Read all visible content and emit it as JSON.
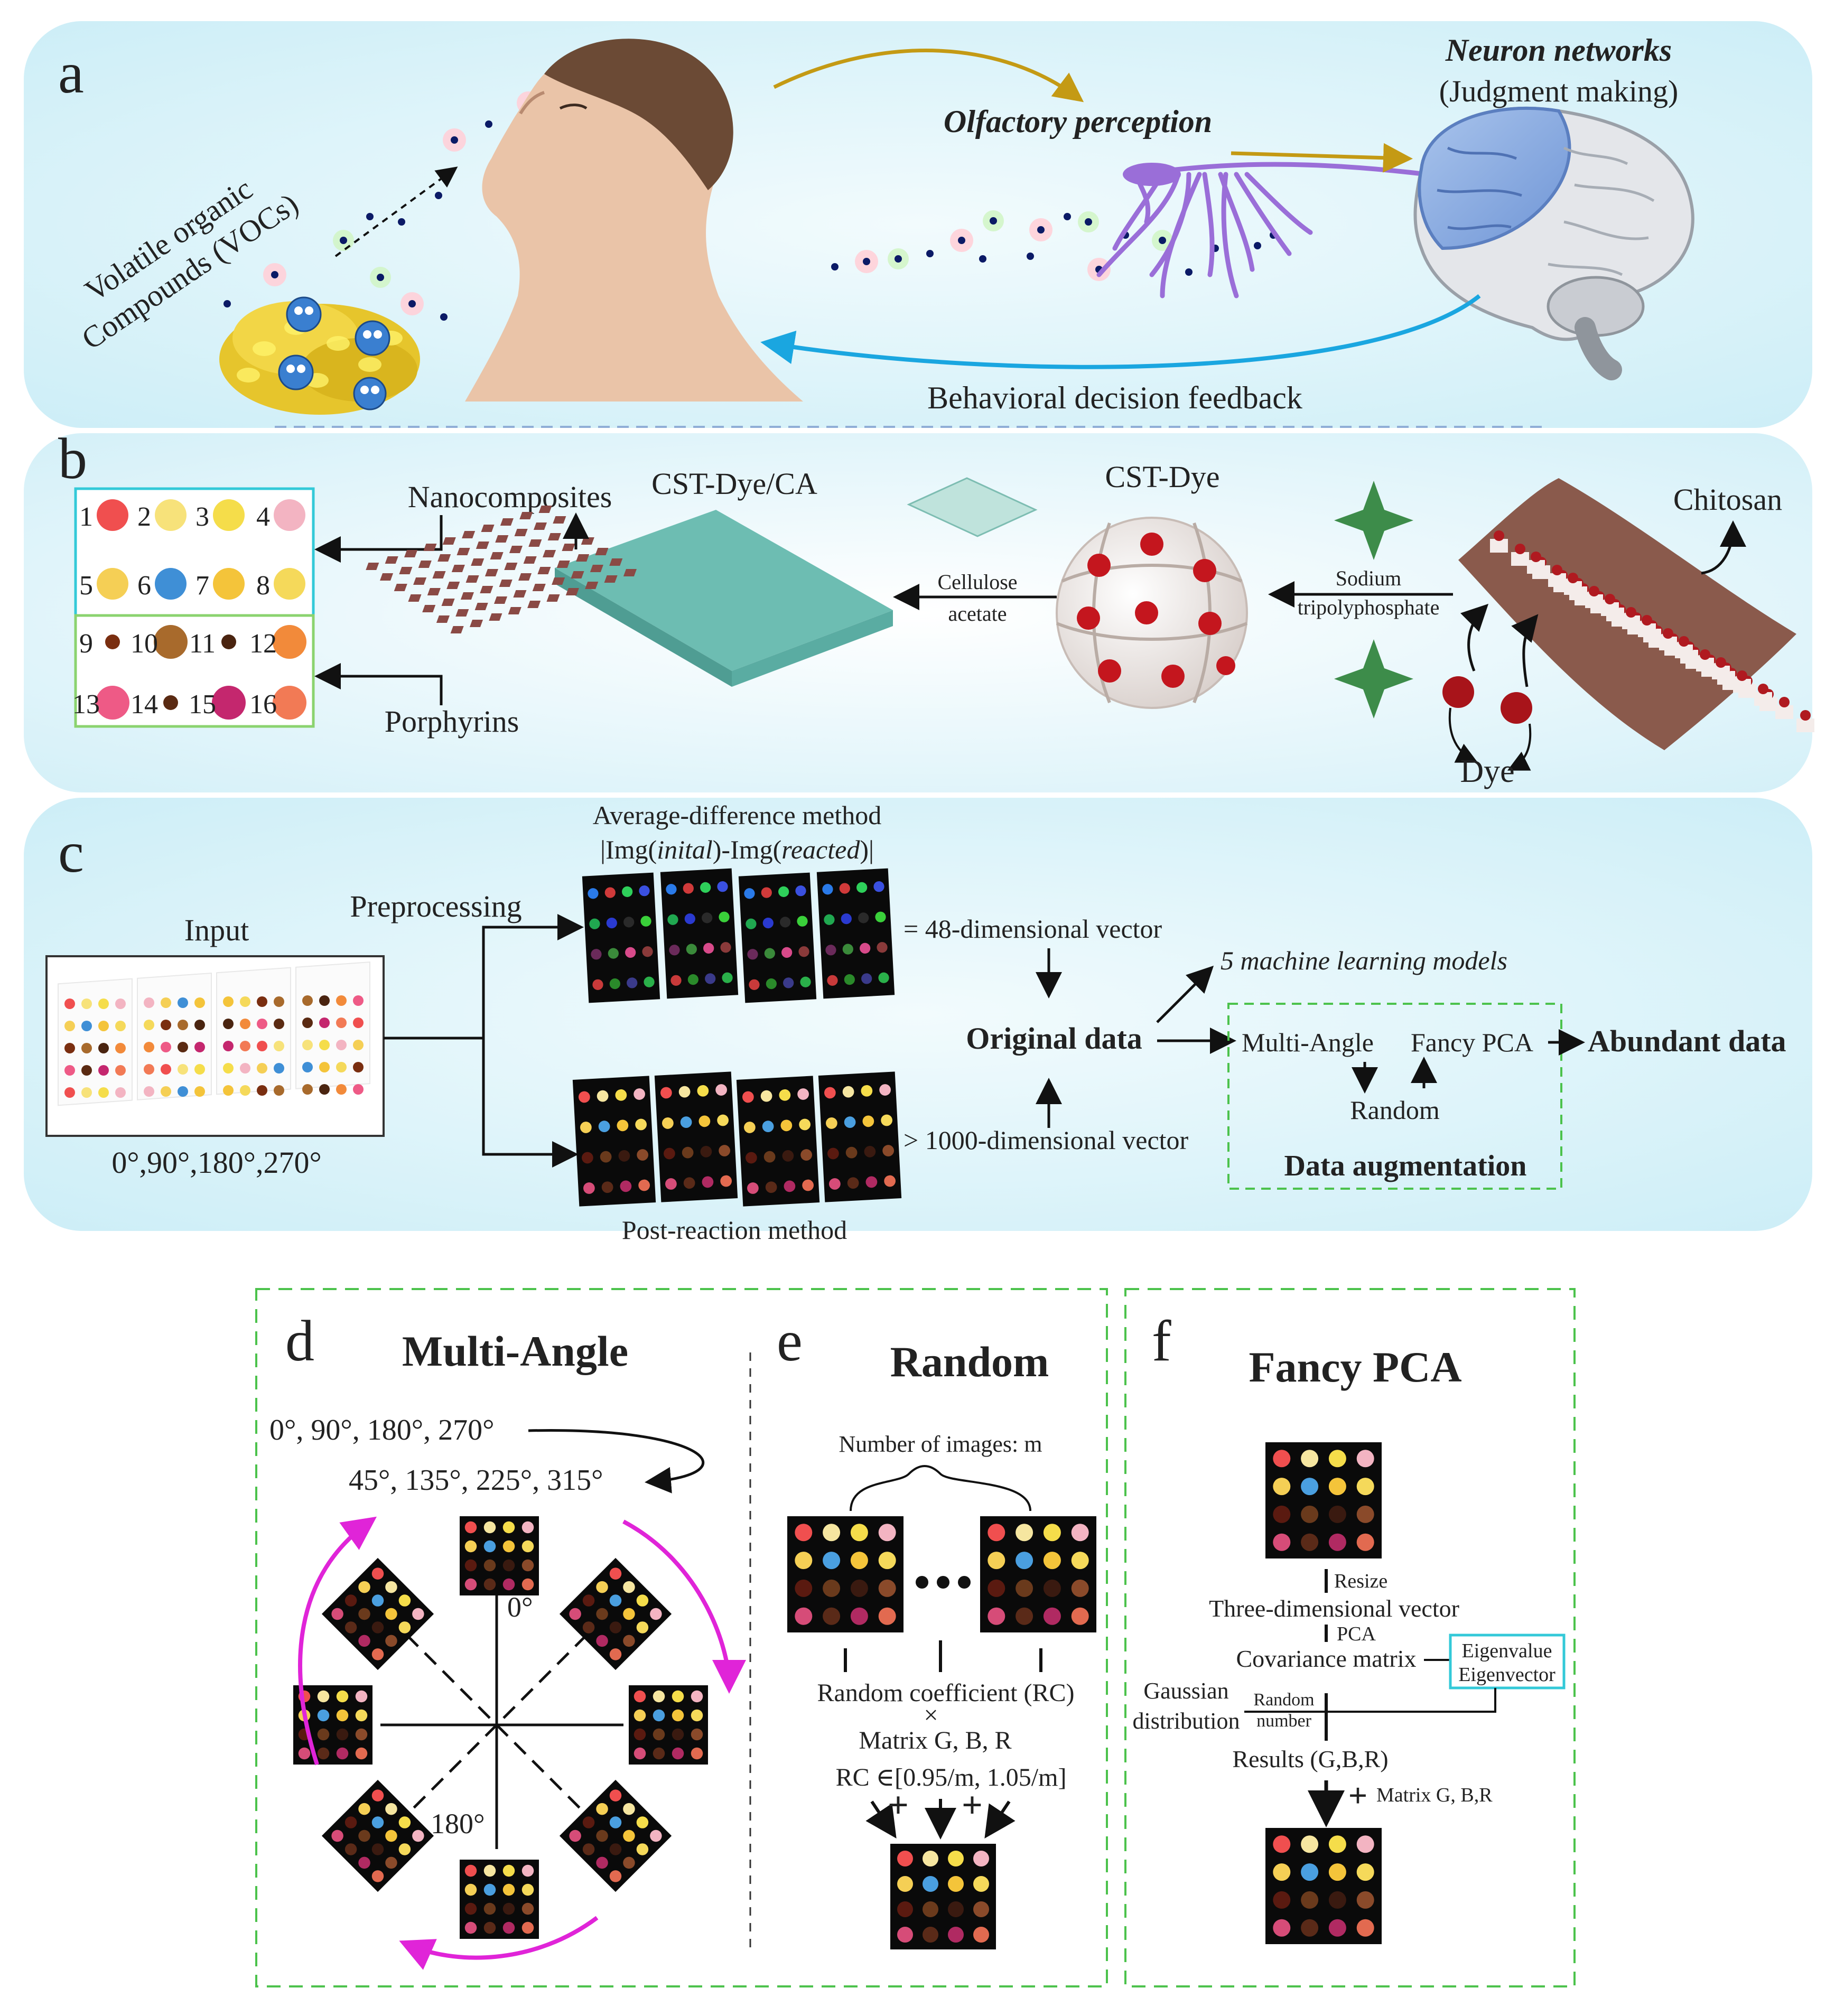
{
  "panel_a": {
    "letter": "a",
    "vocs_line1": "Volatile organic",
    "vocs_line2": "Compounds (VOCs)",
    "olfactory": "Olfactory perception",
    "neuron_title": "Neuron networks",
    "neuron_sub": "(Judgment making)",
    "feedback": "Behavioral decision feedback"
  },
  "panel_b": {
    "letter": "b",
    "nano": "Nanocomposites",
    "porph": "Porphyrins",
    "cst_dye_ca": "CST-Dye/CA",
    "cst_dye": "CST-Dye",
    "chitosan": "Chitosan",
    "dye": "Dye",
    "cellulose_1": "Cellulose",
    "cellulose_2": "acetate",
    "sodium_1": "Sodium",
    "sodium_2": "tripolyphosphate",
    "spots": [
      "1",
      "2",
      "3",
      "4",
      "5",
      "6",
      "7",
      "8",
      "9",
      "10",
      "11",
      "12",
      "13",
      "14",
      "15",
      "16"
    ]
  },
  "panel_c": {
    "letter": "c",
    "input": "Input",
    "angles": "0°,90°,180°,270°",
    "preprocessing": "Preprocessing",
    "avg_title": "Average-difference method",
    "avg_formula_1": "|Img(",
    "avg_formula_2": "inital",
    "avg_formula_3": ")-Img(",
    "avg_formula_4": "reacted",
    "avg_formula_5": ")|",
    "vec48": "= 48-dimensional vector",
    "vec1000": "> 1000-dimensional vector",
    "post": "Post-reaction method",
    "original": "Original data",
    "ml": "5 machine learning models",
    "multi": "Multi-Angle",
    "fancy": "Fancy PCA",
    "random": "Random",
    "abundant": "Abundant data",
    "augment": "Data augmentation"
  },
  "panel_d": {
    "letter": "d",
    "title": "Multi-Angle",
    "angles1": "0°, 90°, 180°, 270°",
    "angles2": "45°, 135°, 225°, 315°",
    "label0": "0°",
    "label180": "180°"
  },
  "panel_e": {
    "letter": "e",
    "title": "Random",
    "num": "Number of images: m",
    "rc": "Random coefficient (RC)",
    "times": "×",
    "matrix": "Matrix G, B, R",
    "range": "RC ∈[0.95/m, 1.05/m]"
  },
  "panel_f": {
    "letter": "f",
    "title": "Fancy PCA",
    "resize": "Resize",
    "three": "Three-dimensional vector",
    "pca": "PCA",
    "cov": "Covariance matrix",
    "eigval": "Eigenvalue",
    "eigvec": "Eigenvector",
    "gauss1": "Gaussian",
    "gauss2": "distribution",
    "rand1": "Random",
    "rand2": "number",
    "results": "Results (G,B,R)",
    "matrix": "Matrix G, B,R"
  },
  "colors": {
    "panel_bg": "#dff4fa",
    "dash_green": "#4cc24c",
    "magenta": "#e024d8",
    "gold_arrow": "#c49a14",
    "blue_arrow": "#1aa6e0",
    "cyan_box": "#33c9d8"
  }
}
